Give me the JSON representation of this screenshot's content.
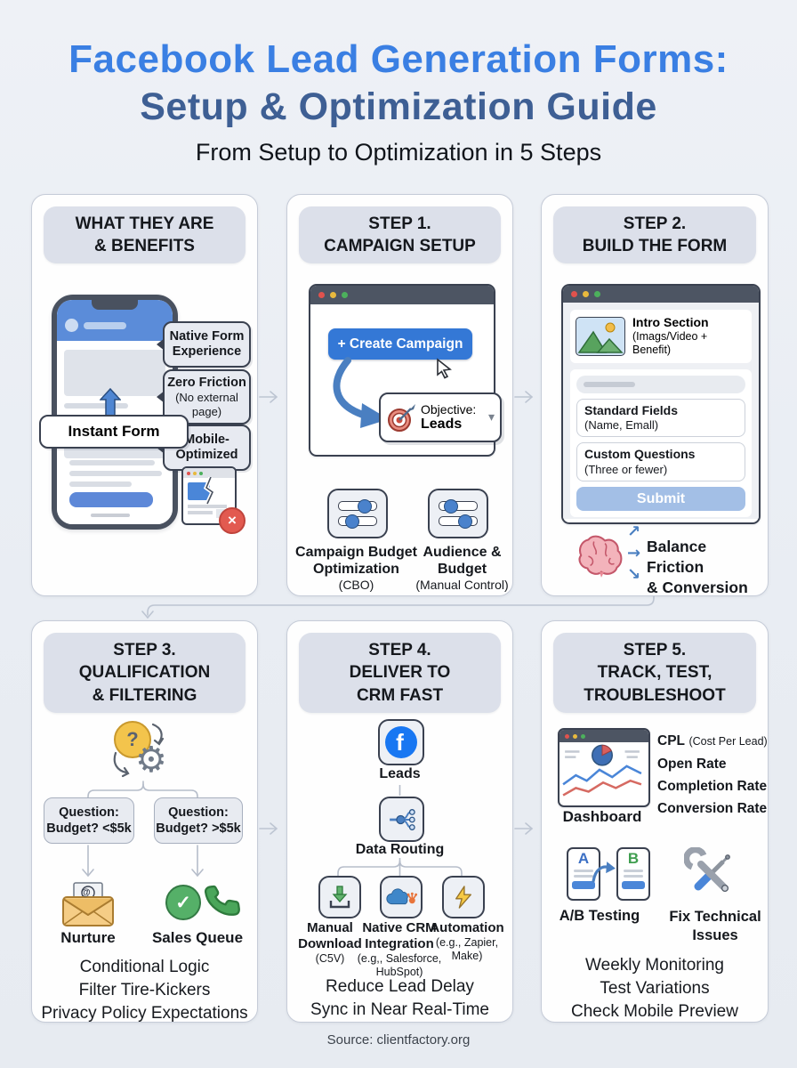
{
  "page": {
    "title_line1": "Facebook Lead Generation Forms:",
    "title_line2": "Setup & Optimization Guide",
    "subtitle": "From Setup to Optimization in 5 Steps",
    "source": "Source: clientfactory.org"
  },
  "colors": {
    "title_blue": "#3A7FE3",
    "title_navy": "#3E5F94",
    "facebook_blue": "#1877F2",
    "button_blue": "#3478D6",
    "arrow_blue": "#4A7FC1",
    "pill_bg": "#DCE0EA",
    "page_bg": "#EAEEF4",
    "error_red": "#E25A50",
    "success_green": "#55B068"
  },
  "icons": {
    "question": "?",
    "gear": "⚙",
    "at": "@",
    "check": "✓",
    "cross": "×",
    "caret_down": "▾",
    "arrow_up_right": "↗",
    "arrow_right": "→",
    "arrow_down_right": "↘",
    "fb_letter": "f"
  },
  "benefits": {
    "title1": "WHAT THEY ARE",
    "title2": "& BENEFITS",
    "instant_form": "Instant Form",
    "callout1a": "Native Form",
    "callout1b": "Experience",
    "callout2a": "Zero Friction",
    "callout2b": "(No external",
    "callout2c": "page)",
    "callout3a": "Mobile-",
    "callout3b": "Optimized"
  },
  "step1": {
    "title1": "STEP 1.",
    "title2": "CAMPAIGN SETUP",
    "create_button": "+ Create Campaign",
    "objective_label": "Objective:",
    "objective_value": "Leads",
    "cbo1": "Campaign Budget",
    "cbo2": "Optimization",
    "cbo3": "(CBO)",
    "aud1": "Audience &",
    "aud2": "Budget",
    "aud3": "(Manual Control)"
  },
  "step2": {
    "title1": "STEP 2.",
    "title2": "BUILD THE FORM",
    "intro_title": "Intro Section",
    "intro_sub1": "(Imags/Video +",
    "intro_sub2": "Benefit)",
    "fields_title": "Standard Fields",
    "fields_sub": "(Name, Emall)",
    "custom_title": "Custom Questions",
    "custom_sub": "(Three or fewer)",
    "submit": "Submit",
    "balance1": "Balance Friction",
    "balance2": "& Conversion"
  },
  "step3": {
    "title1": "STEP 3.",
    "title2": "QUALIFICATION",
    "title3": "& FILTERING",
    "q1a": "Question:",
    "q1b": "Budget? <$5k",
    "q2a": "Question:",
    "q2b": "Budget? >$5k",
    "nurture": "Nurture",
    "sales_queue": "Sales Queue",
    "note1": "Conditional Logic",
    "note2": "Filter Tire-Kickers",
    "note3": "Privacy Policy Expectations"
  },
  "step4": {
    "title1": "STEP 4.",
    "title2": "DELIVER TO",
    "title3": "CRM FAST",
    "leads": "Leads",
    "routing": "Data Routing",
    "opt1a": "Manual",
    "opt1b": "Download",
    "opt1c": "(C5V)",
    "opt2a": "Native CRM",
    "opt2b": "Integration",
    "opt2c": "(e.g,, Salesforce,",
    "opt2d": "HubSpot)",
    "opt3a": "Automation",
    "opt3b": "(e.g., Zapier,",
    "opt3c": "Make)",
    "note1": "Reduce Lead Delay",
    "note2": "Sync in Near Real-Time"
  },
  "step5": {
    "title1": "STEP 5.",
    "title2": "TRACK, TEST,",
    "title3": "TROUBLESHOOT",
    "dashboard": "Dashboard",
    "metric1_bold": "CPL",
    "metric1_rest": "(Cost Per Lead)",
    "metric2": "Open Rate",
    "metric3": "Completion Rate",
    "metric4": "Conversion Rate",
    "ab_a": "A",
    "ab_b": "B",
    "ab_label": "A/B Testing",
    "fix1": "Fix Technical",
    "fix2": "Issues",
    "note1": "Weekly Monitoring",
    "note2": "Test Variations",
    "note3": "Check Mobile Preview"
  }
}
